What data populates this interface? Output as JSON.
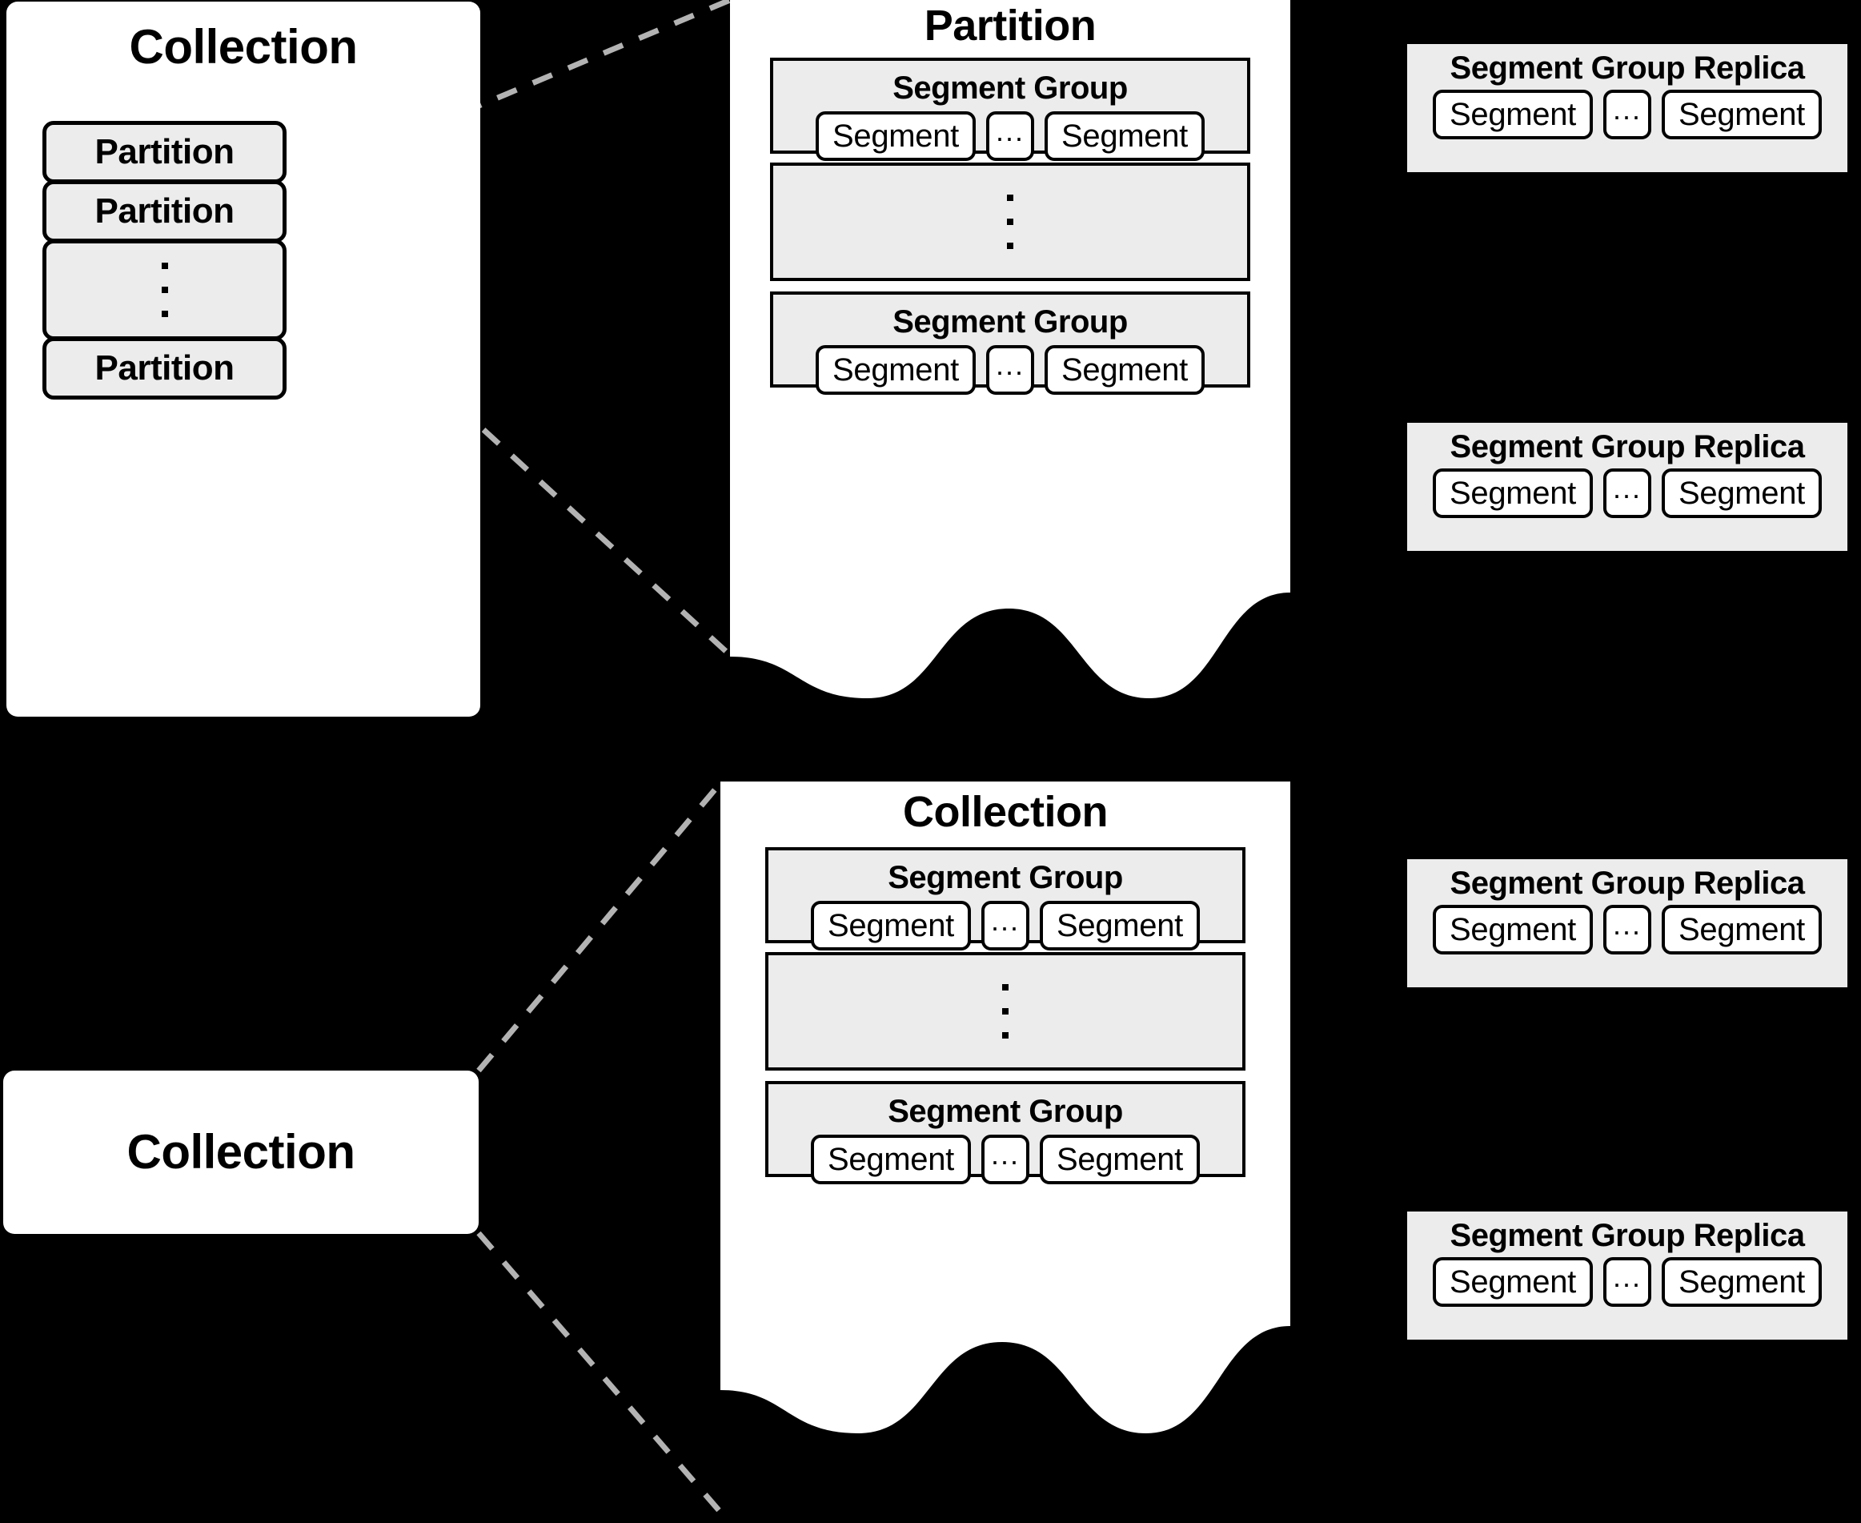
{
  "colors": {
    "background": "#000000",
    "card": "#ffffff",
    "box_fill": "#ececec",
    "stroke": "#000000",
    "connector": "#b3b3b3"
  },
  "labels": {
    "collection": "Collection",
    "partition": "Partition",
    "segment_group": "Segment Group",
    "segment_group_replica": "Segment Group Replica",
    "segment": "Segment",
    "ellipsis": "..."
  },
  "collection_card": {
    "title": "Collection",
    "partitions": [
      {
        "type": "label",
        "label": "Partition"
      },
      {
        "type": "label",
        "label": "Partition"
      },
      {
        "type": "vdots",
        "label": ""
      },
      {
        "type": "label",
        "label": "Partition"
      }
    ]
  },
  "partition_card": {
    "title": "Partition",
    "groups": [
      {
        "type": "group",
        "title": "Segment Group",
        "segments": [
          "Segment",
          "...",
          "Segment"
        ]
      },
      {
        "type": "vdots"
      },
      {
        "type": "group",
        "title": "Segment Group",
        "segments": [
          "Segment",
          "...",
          "Segment"
        ]
      }
    ]
  },
  "collection_detail_card": {
    "title": "Collection",
    "groups": [
      {
        "type": "group",
        "title": "Segment Group",
        "segments": [
          "Segment",
          "...",
          "Segment"
        ]
      },
      {
        "type": "vdots"
      },
      {
        "type": "group",
        "title": "Segment Group",
        "segments": [
          "Segment",
          "...",
          "Segment"
        ]
      }
    ]
  },
  "collection_node": {
    "title": "Collection"
  },
  "replicas": [
    {
      "title": "Segment Group Replica",
      "segments": [
        "Segment",
        "...",
        "Segment"
      ]
    },
    {
      "title": "Segment Group Replica",
      "segments": [
        "Segment",
        "...",
        "Segment"
      ]
    },
    {
      "title": "Segment Group Replica",
      "segments": [
        "Segment",
        "...",
        "Segment"
      ]
    },
    {
      "title": "Segment Group Replica",
      "segments": [
        "Segment",
        "...",
        "Segment"
      ]
    }
  ]
}
